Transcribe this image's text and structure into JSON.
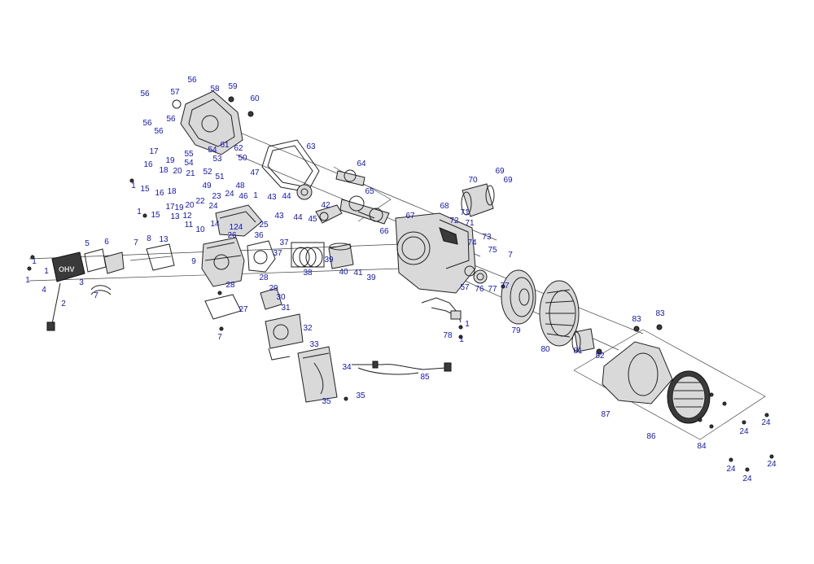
{
  "labels": [
    {
      "text": "56"
    },
    {
      "text": "57"
    },
    {
      "text": "58"
    },
    {
      "text": "59"
    },
    {
      "text": "56"
    },
    {
      "text": "60"
    },
    {
      "text": "56"
    },
    {
      "text": "56"
    },
    {
      "text": "56"
    },
    {
      "text": "63"
    },
    {
      "text": "17"
    },
    {
      "text": "16"
    },
    {
      "text": "19"
    },
    {
      "text": "18"
    },
    {
      "text": "20"
    },
    {
      "text": "55"
    },
    {
      "text": "54"
    },
    {
      "text": "61"
    },
    {
      "text": "62"
    },
    {
      "text": "53"
    },
    {
      "text": "50"
    },
    {
      "text": "54"
    },
    {
      "text": "1"
    },
    {
      "text": "15"
    },
    {
      "text": "21"
    },
    {
      "text": "52"
    },
    {
      "text": "51"
    },
    {
      "text": "49"
    },
    {
      "text": "48"
    },
    {
      "text": "47"
    },
    {
      "text": "64"
    },
    {
      "text": "23"
    },
    {
      "text": "24"
    },
    {
      "text": "46"
    },
    {
      "text": "1"
    },
    {
      "text": "16"
    },
    {
      "text": "18"
    },
    {
      "text": "22"
    },
    {
      "text": "17"
    },
    {
      "text": "19"
    },
    {
      "text": "20"
    },
    {
      "text": "43"
    },
    {
      "text": "44"
    },
    {
      "text": "42"
    },
    {
      "text": "65"
    },
    {
      "text": "70"
    },
    {
      "text": "69"
    },
    {
      "text": "69"
    },
    {
      "text": "1"
    },
    {
      "text": "15"
    },
    {
      "text": "13"
    },
    {
      "text": "12"
    },
    {
      "text": "24"
    },
    {
      "text": "43"
    },
    {
      "text": "44"
    },
    {
      "text": "45"
    },
    {
      "text": "68"
    },
    {
      "text": "71"
    },
    {
      "text": "72"
    },
    {
      "text": "71"
    },
    {
      "text": "67"
    },
    {
      "text": "14"
    },
    {
      "text": "11"
    },
    {
      "text": "124"
    },
    {
      "text": "10"
    },
    {
      "text": "66"
    },
    {
      "text": "13"
    },
    {
      "text": "26"
    },
    {
      "text": "36"
    },
    {
      "text": "37"
    },
    {
      "text": "25"
    },
    {
      "text": "8"
    },
    {
      "text": "7"
    },
    {
      "text": "5"
    },
    {
      "text": "6"
    },
    {
      "text": "37"
    },
    {
      "text": "9"
    },
    {
      "text": "39"
    },
    {
      "text": "74"
    },
    {
      "text": "73"
    },
    {
      "text": "75"
    },
    {
      "text": "7"
    },
    {
      "text": "1"
    },
    {
      "text": "1"
    },
    {
      "text": "3"
    },
    {
      "text": "28"
    },
    {
      "text": "40"
    },
    {
      "text": "41"
    },
    {
      "text": "39"
    },
    {
      "text": "38"
    },
    {
      "text": "1"
    },
    {
      "text": "4"
    },
    {
      "text": "7"
    },
    {
      "text": "28"
    },
    {
      "text": "57"
    },
    {
      "text": "76"
    },
    {
      "text": "77"
    },
    {
      "text": "77"
    },
    {
      "text": "29"
    },
    {
      "text": "2"
    },
    {
      "text": "30"
    },
    {
      "text": "27"
    },
    {
      "text": "31"
    },
    {
      "text": "78"
    },
    {
      "text": "1"
    },
    {
      "text": "1"
    },
    {
      "text": "79"
    },
    {
      "text": "32"
    },
    {
      "text": "7"
    },
    {
      "text": "83"
    },
    {
      "text": "83"
    },
    {
      "text": "33"
    },
    {
      "text": "80"
    },
    {
      "text": "81"
    },
    {
      "text": "82"
    },
    {
      "text": "34"
    },
    {
      "text": "85"
    },
    {
      "text": "35"
    },
    {
      "text": "35"
    },
    {
      "text": "87"
    },
    {
      "text": "24"
    },
    {
      "text": "24"
    },
    {
      "text": "86"
    },
    {
      "text": "84"
    },
    {
      "text": "24"
    },
    {
      "text": "24"
    },
    {
      "text": "24"
    }
  ],
  "logo_text": "OHV"
}
